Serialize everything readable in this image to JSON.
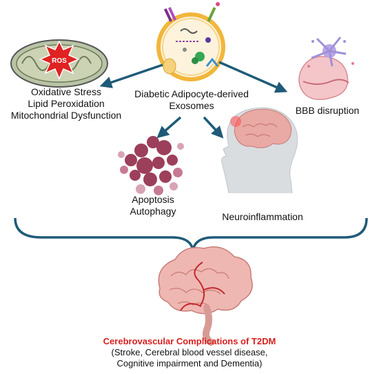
{
  "center": {
    "line1": "Diabetic Adipocyte-derived",
    "line2": "Exosomes"
  },
  "mito": {
    "ros": "ROS"
  },
  "left_effects": [
    "Oxidative Stress",
    "Lipid Peroxidation",
    "Mitochondrial Dysfunction"
  ],
  "bbb": "BBB disruption",
  "apoptosis": [
    "Apoptosis",
    "Autophagy"
  ],
  "neuro": "Neuroinflammation",
  "outcome": {
    "title": "Cerebrovascular Complications of T2DM",
    "details": [
      "(Stroke, Cerebral blood vessel disease,",
      "Cognitive impairment and Dementia)"
    ]
  },
  "colors": {
    "arrow": "#1f5b78",
    "title": "#d81e1e",
    "brain": "#e8a3a3",
    "vessel": "#c0282d"
  }
}
